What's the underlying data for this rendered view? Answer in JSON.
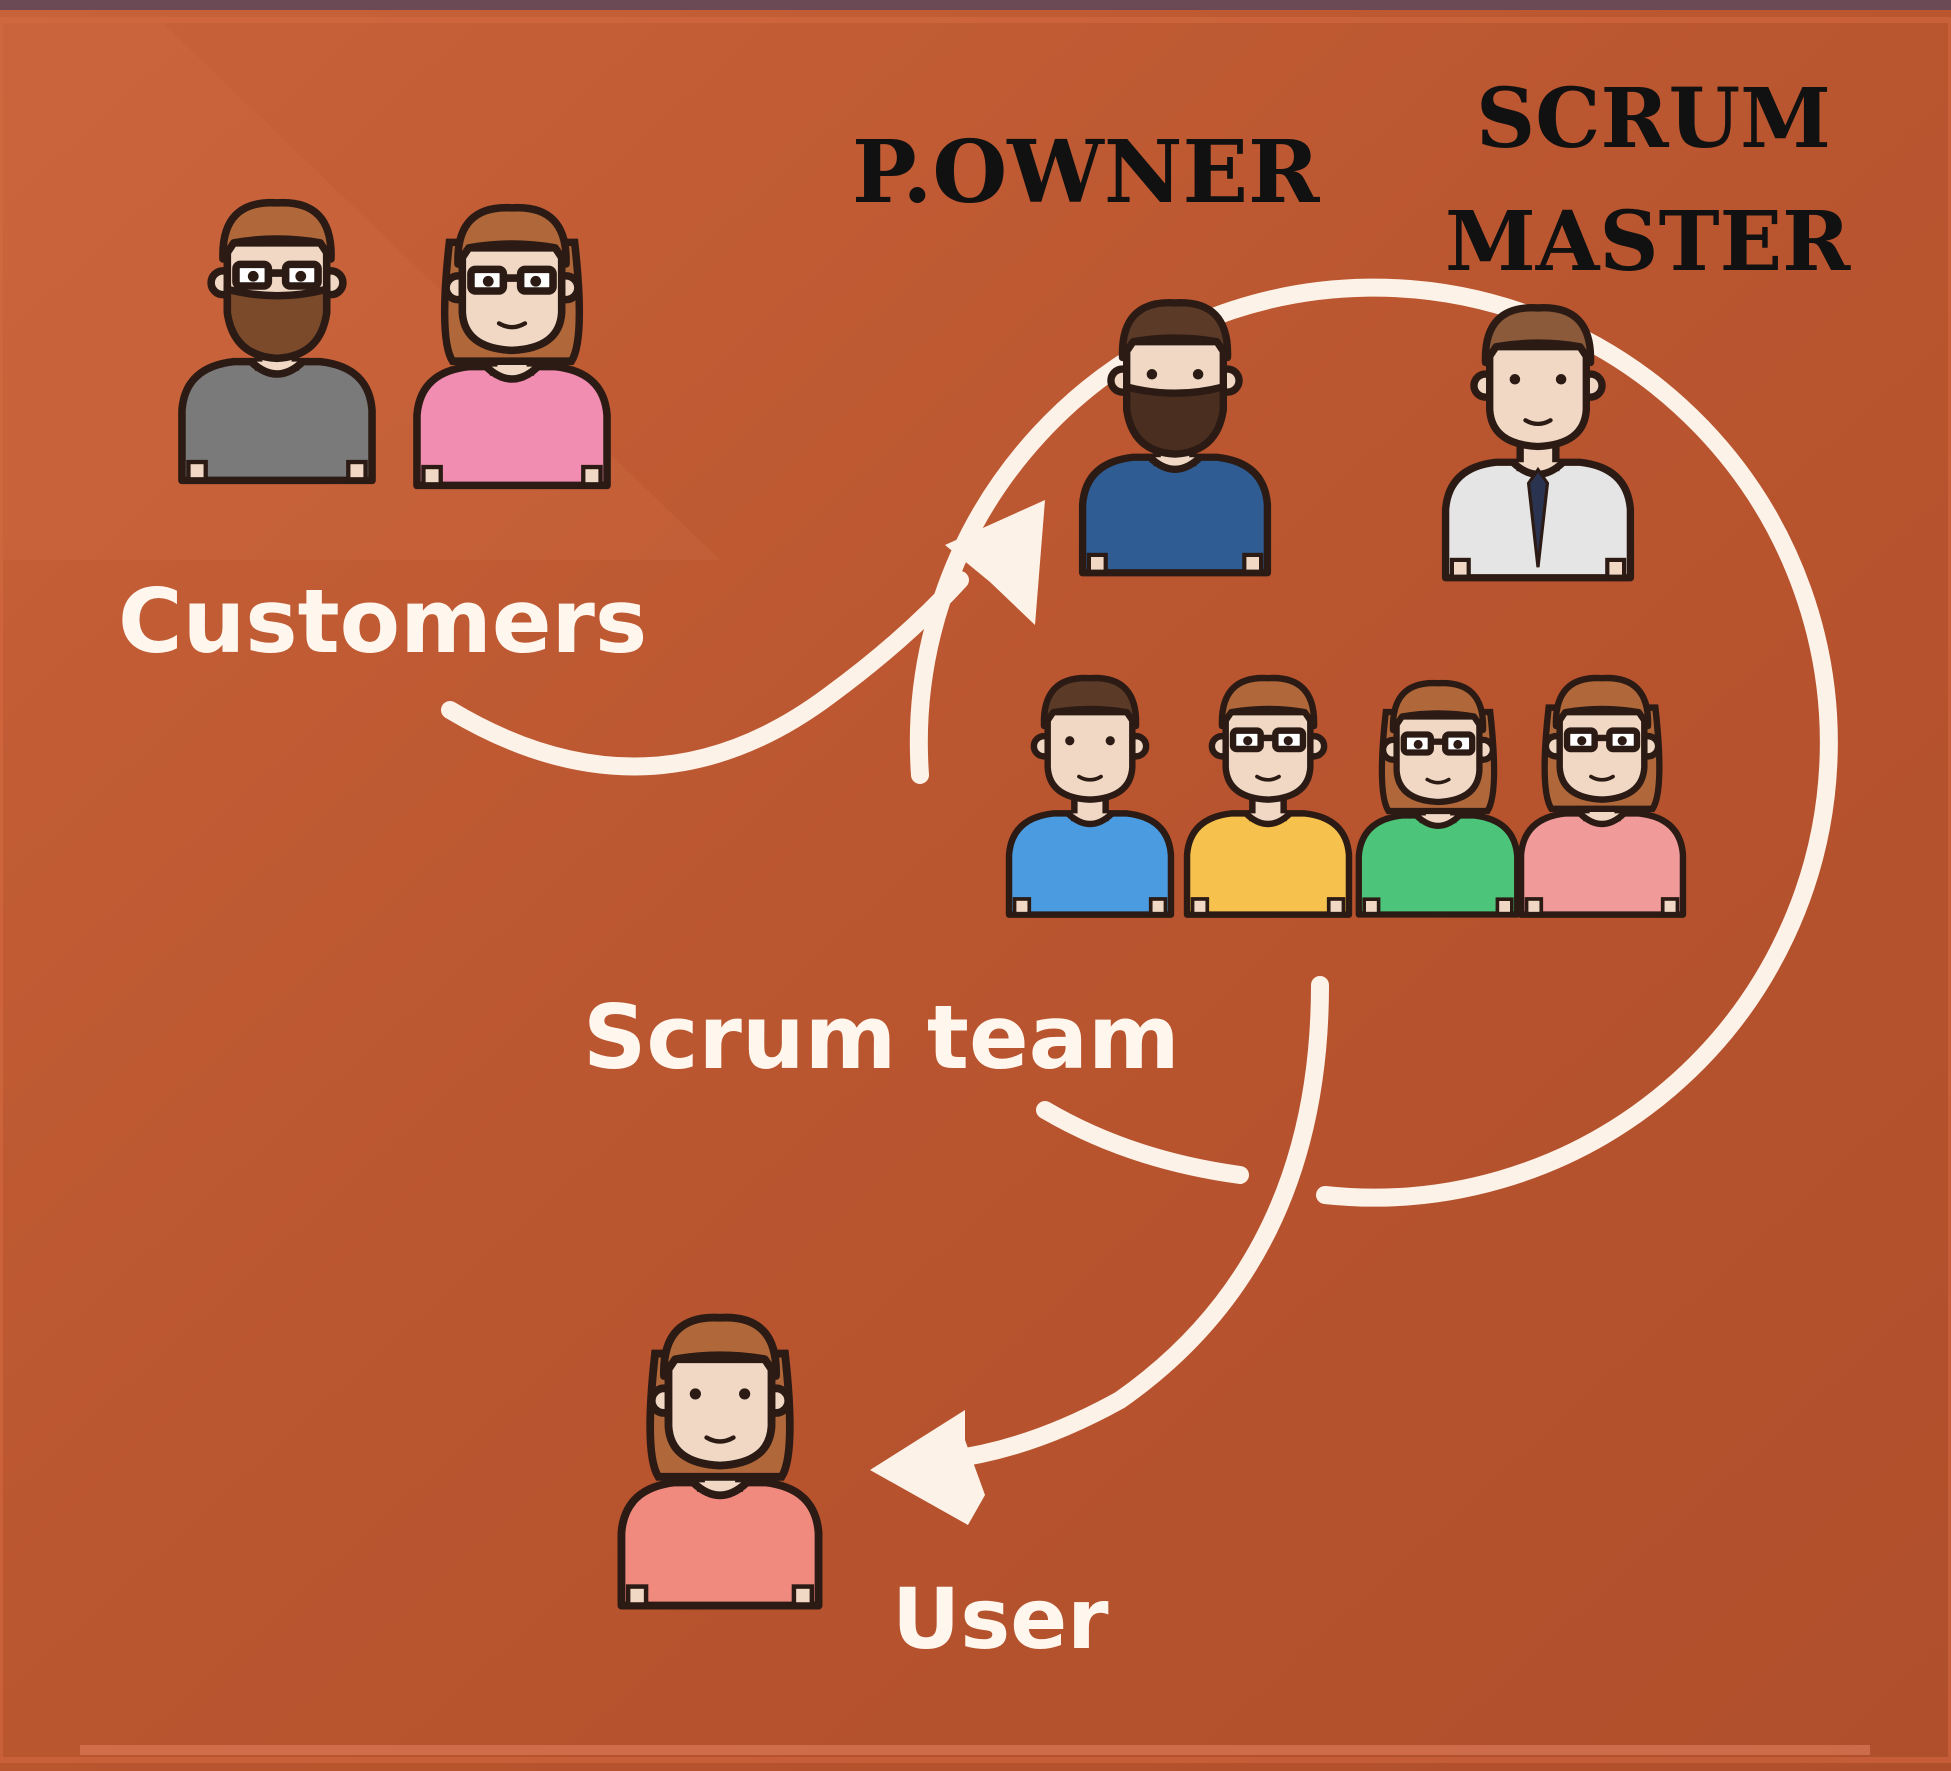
{
  "labels": {
    "customers": "Customers",
    "scrum_team": "Scrum team",
    "user": "User",
    "product_owner": "P.OWNER",
    "scrum_master_line1": "SCRUM",
    "scrum_master_line2": "MASTER"
  },
  "colors": {
    "background": "#b8532f",
    "arrow": "#fdf2e8",
    "outline": "#2b1b14",
    "skin": "#f1d8c4",
    "hair": "#b0673a",
    "dark_hair": "#5b3a28"
  },
  "people": {
    "customers": [
      {
        "icon": "man-beard-glasses-gray-shirt-icon",
        "shirt": "#7a7a7a"
      },
      {
        "icon": "woman-glasses-pink-shirt-icon",
        "shirt": "#f08db0"
      }
    ],
    "product_owner": {
      "icon": "man-beard-blue-shirt-icon",
      "shirt": "#2f5d93"
    },
    "scrum_master": {
      "icon": "man-tie-white-shirt-icon",
      "shirt": "#e5e5e5"
    },
    "team": [
      {
        "icon": "man-blue-shirt-icon",
        "shirt": "#4a9be0"
      },
      {
        "icon": "man-glasses-yellow-shirt-icon",
        "shirt": "#f6c24d"
      },
      {
        "icon": "woman-glasses-green-shirt-icon",
        "shirt": "#4cc47a"
      },
      {
        "icon": "woman-glasses-coral-shirt-icon",
        "shirt": "#f19a9a"
      }
    ],
    "user": {
      "icon": "woman-coral-shirt-icon",
      "shirt": "#f08a7e"
    }
  }
}
